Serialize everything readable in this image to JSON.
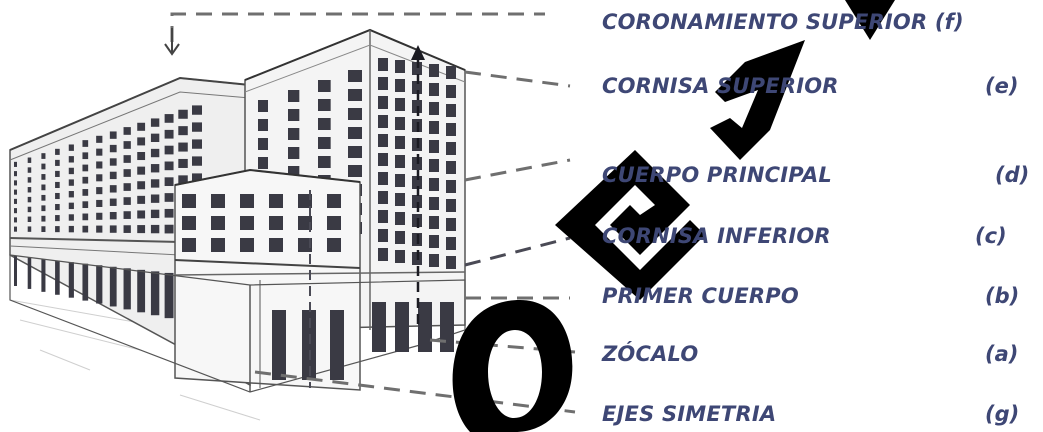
{
  "labels": [
    {
      "id": "f",
      "text": "CORONAMIENTO SUPERIOR (f)",
      "code": ""
    },
    {
      "id": "e",
      "text": "CORNISA SUPERIOR",
      "code": "(e)"
    },
    {
      "id": "d",
      "text": "CUERPO PRINCIPAL",
      "code": "(d)"
    },
    {
      "id": "c",
      "text": "CORNISA INFERIOR",
      "code": "(c)"
    },
    {
      "id": "b",
      "text": "PRIMER CUERPO",
      "code": "(b)"
    },
    {
      "id": "a",
      "text": "ZÓCALO",
      "code": "(a)"
    },
    {
      "id": "g",
      "text": "EJES SIMETRIA",
      "code": "(g)"
    }
  ],
  "colors": {
    "label": "#3e4775",
    "leader": "#6f6f6f",
    "building_line": "#555555",
    "window": "#3a3a44"
  },
  "icons": {
    "watermark": "large black watermark letters over the diagram",
    "arrow": "down-arrow-icon"
  }
}
